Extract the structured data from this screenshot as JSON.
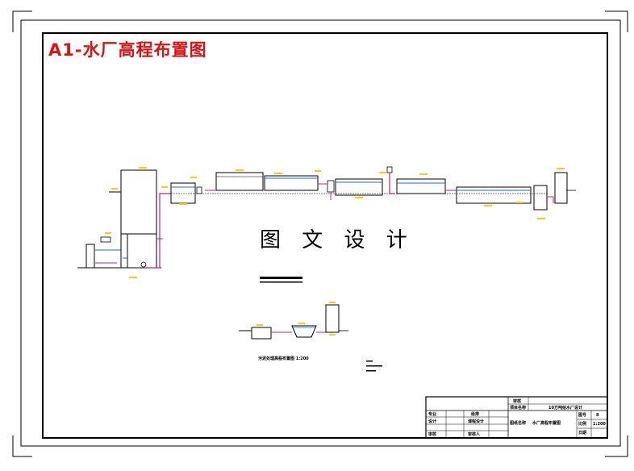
{
  "document": {
    "title": "A1-水厂高程布置图",
    "watermark": "图 文 设 计"
  },
  "title_block": {
    "row_a": "审核",
    "row_b": "项目名称",
    "project_value": "10万吨给水厂设计",
    "drawing_label": "图纸名称",
    "drawing_value": "水厂高程布置图",
    "col1": [
      "专业",
      "设计",
      "审核"
    ],
    "col2": [
      "给排",
      "课程设计",
      "审核人"
    ],
    "sheet_no_label": "图号",
    "sheet_no": "8",
    "scale_label": "比例",
    "scale": "1:200",
    "date_label": "日期"
  },
  "sub_caption": "污泥处理高程布置图 1:200",
  "colors": {
    "frame": "#000000",
    "title_red": "#e01010",
    "pipe_blue": "#1a66ff",
    "pipe_magenta": "#c0208a",
    "label_yellow": "#ffcc00"
  }
}
